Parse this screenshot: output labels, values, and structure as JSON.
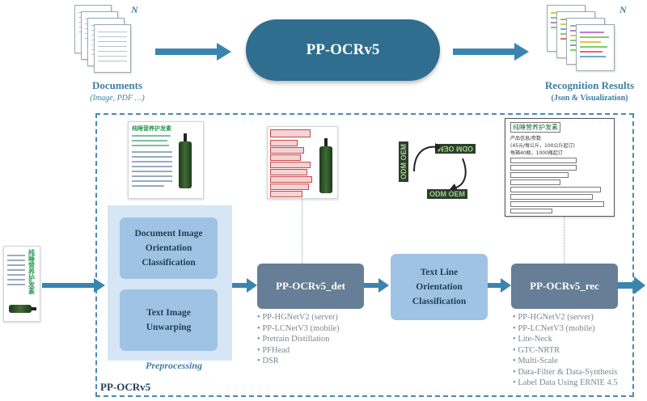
{
  "top": {
    "documents_label": "Documents",
    "documents_sub": "(Image, PDF …)",
    "n_left": "N",
    "main_label": "PP-OCRv5",
    "results_label": "Recognition Results",
    "results_sub": "(Json & Visualization)",
    "n_right": "N"
  },
  "pipeline": {
    "frame_label": "PP-OCRv5",
    "preprocessing_label": "Preprocessing",
    "doc_orient": "Document Image Orientation Classification",
    "unwarp": "Text Image Unwarping",
    "det": "PP-OCRv5_det",
    "textline": "Text Line Orientation Classification",
    "rec": "PP-OCRv5_rec",
    "det_features": [
      "PP-HGNetV2 (server)",
      "PP-LCNetV3 (mobile)",
      "Pretrain Distillation",
      "PFHead",
      "DSR"
    ],
    "rec_features": [
      "PP-HGNetV2 (server)",
      "PP-LCNetV3 (mobile)",
      "Lite-Neck",
      "GTC-NRTR",
      "Multi-Scale",
      "Data-Filter & Data-Synthesis",
      "Label Data Using ERNIE 4.5"
    ]
  },
  "samples": {
    "product_title": "纯睡营养护发素",
    "product_title_vertical": "纯睡营养护发素",
    "odm_text": "ODM OEM",
    "result_lines": [
      "产品信息/参数",
      "(45元/每公斤，100公斤起订)",
      "每箱40瓶，1000瓶起订"
    ]
  },
  "colors": {
    "accent": "#3e7fa3",
    "pill": "#2f6e8e",
    "light_box": "#9fc3e4",
    "dark_box": "#667e96",
    "pre_bg": "#d6e6f4",
    "arrow": "#3a85b0"
  }
}
